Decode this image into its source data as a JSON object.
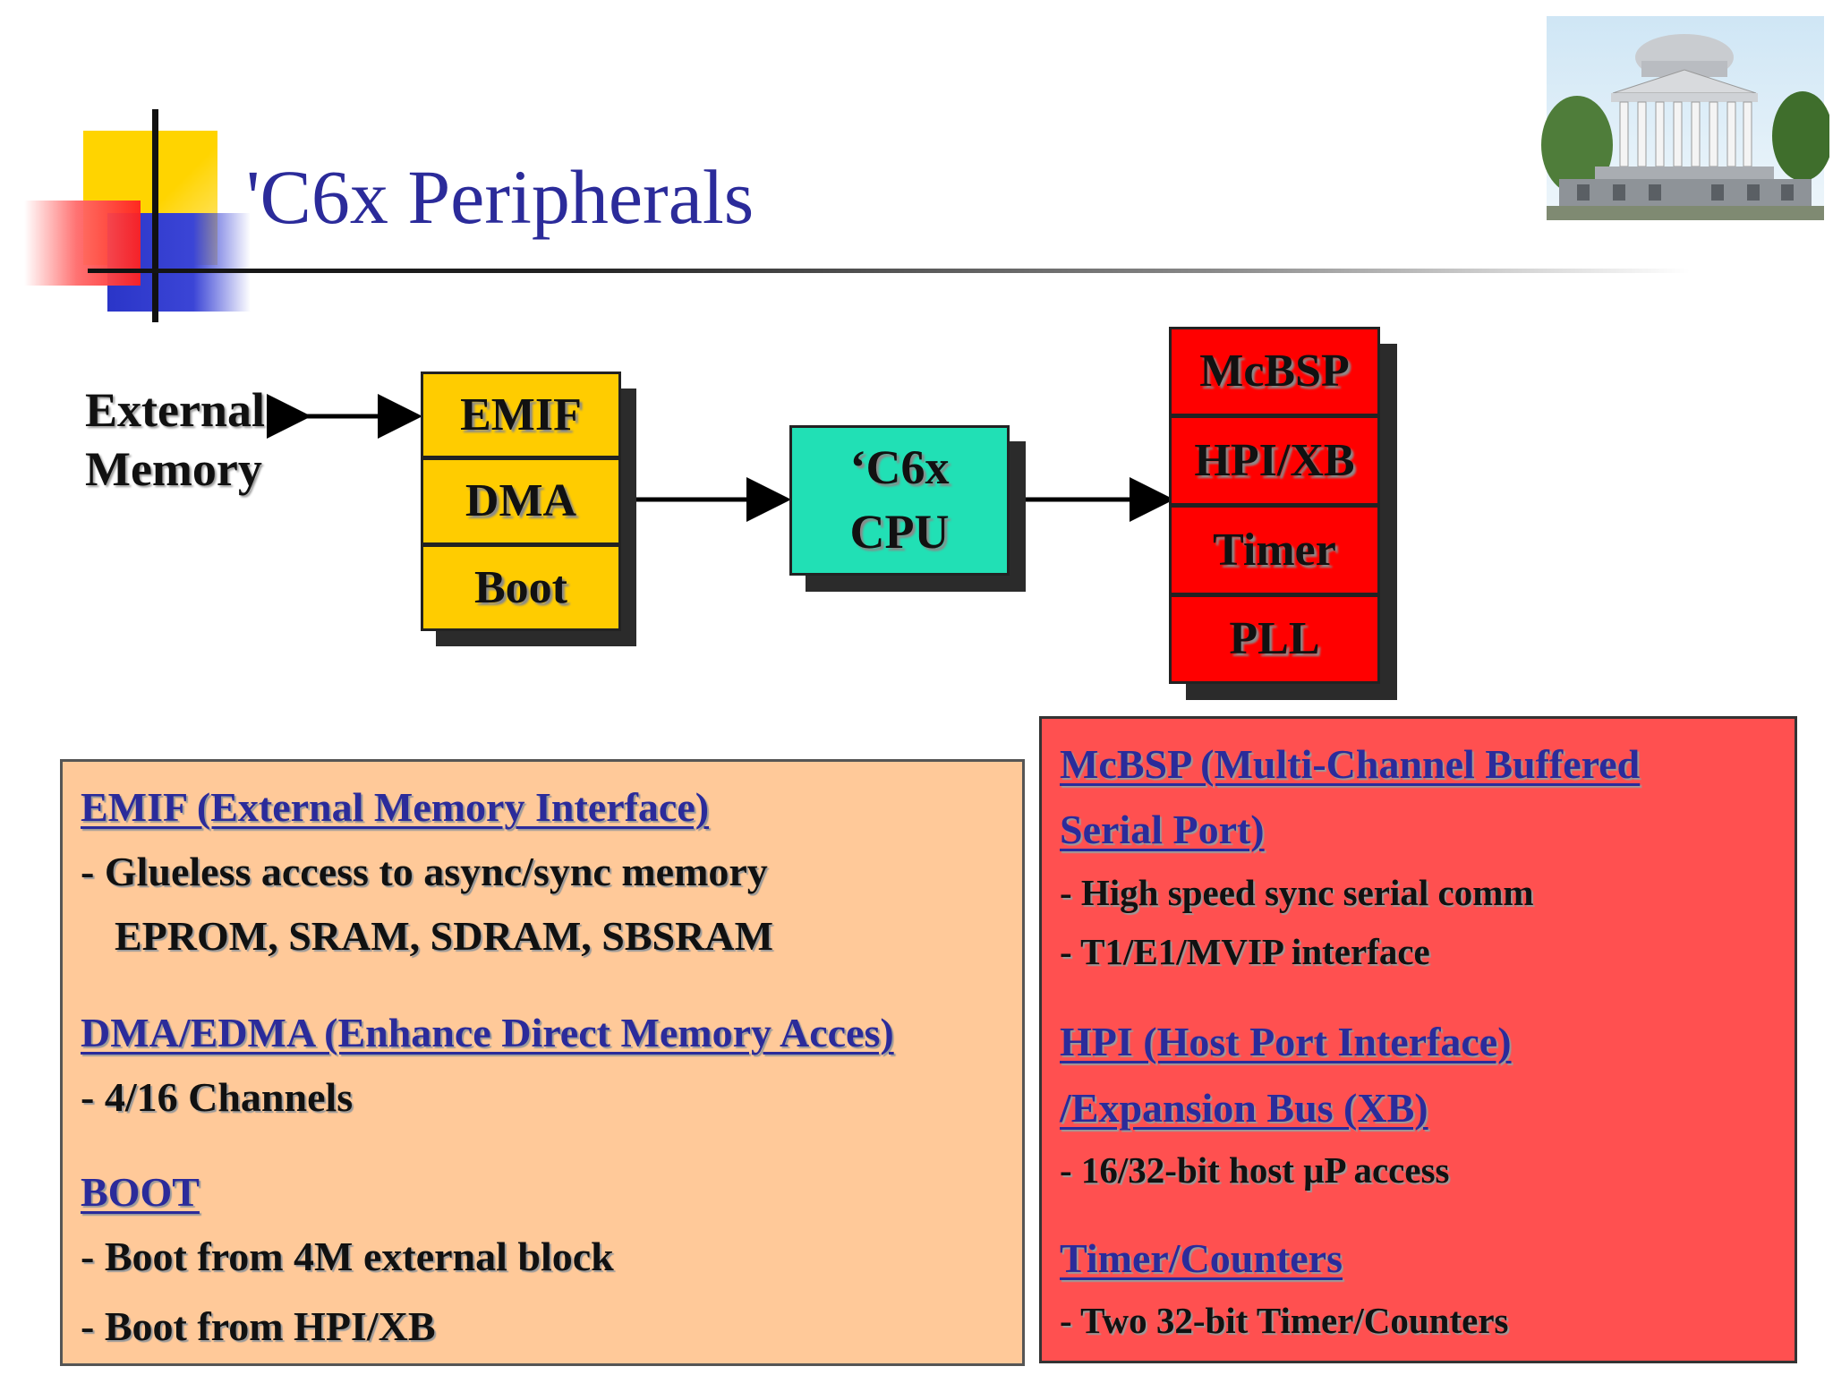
{
  "title": "'C6x Peripherals",
  "diagram": {
    "external_memory": "External\nMemory",
    "left_blocks": [
      "EMIF",
      "DMA",
      "Boot"
    ],
    "cpu": [
      "‘C6x",
      "CPU"
    ],
    "right_blocks": [
      "McBSP",
      "HPI/XB",
      "Timer",
      "PLL"
    ]
  },
  "left_box": {
    "emif_heading": "EMIF (External Memory Interface)",
    "emif_line1": "- Glueless access to async/sync memory",
    "emif_line2": "EPROM, SRAM, SDRAM, SBSRAM",
    "dma_heading": "DMA/EDMA (Enhance Direct Memory Acces)",
    "dma_line1": "- 4/16 Channels",
    "boot_heading": "BOOT",
    "boot_line1": "- Boot from 4M external block",
    "boot_line2": "- Boot from HPI/XB"
  },
  "right_box": {
    "mcbsp_heading1": "McBSP (Multi-Channel Buffered",
    "mcbsp_heading2": "Serial Port)",
    "mcbsp_line1": "- High speed sync serial comm",
    "mcbsp_line2": "- T1/E1/MVIP interface",
    "hpi_heading1": "HPI (Host Port Interface)",
    "hpi_heading2": "/Expansion Bus (XB)",
    "hpi_line1": "- 16/32-bit host μP access",
    "timer_heading": "Timer/Counters",
    "timer_line1": "- Two 32-bit Timer/Counters"
  },
  "colors": {
    "title": "#2b2b9a",
    "yellow_block": "#ffcc00",
    "cpu_block": "#21e0b5",
    "red_block": "#ff0000",
    "left_box_bg": "#ffc999",
    "right_box_bg": "#ff5050"
  }
}
